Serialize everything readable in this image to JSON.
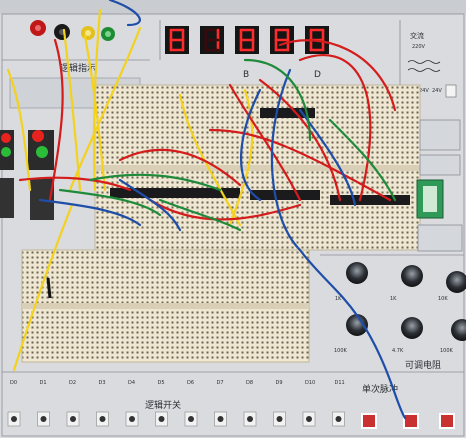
{
  "panel": {
    "logic_indicator_label": "逻辑指示",
    "logic_switch_label": "逻辑开关",
    "single_pulse_label": "单次脉冲",
    "adjustable_power_label": "可调电阻",
    "ac_label": "交流",
    "ac_voltage": "220V",
    "pot_1k_a": "1K",
    "pot_1k_b": "1K",
    "pot_10k": "10K",
    "pot_100k": "100K",
    "pot_47k": "4.7K",
    "pot_100k_b": "100K",
    "label_24v_a": "24V",
    "label_24v_b": "24V",
    "segment_letter_b": "B",
    "segment_letter_d": "D",
    "switch_numbers": [
      "D0",
      "D1",
      "D2",
      "D3",
      "D4",
      "D5",
      "D6",
      "D7",
      "D8",
      "D9",
      "D10",
      "D11"
    ]
  },
  "displays": {
    "digits": [
      "8",
      "1",
      "8",
      "8",
      "8"
    ],
    "color_on": "#ff2a2a",
    "color_off": "#3a0a0a"
  },
  "colors": {
    "panel": "#d9dbde",
    "breadboard": "#efe7d2",
    "wire_red": "#d41c1c",
    "wire_yellow": "#f3d21e",
    "wire_blue": "#1f4ea8",
    "wire_green": "#1e8a3a",
    "led_red": "#e8231e",
    "led_green": "#2bbd3a"
  }
}
